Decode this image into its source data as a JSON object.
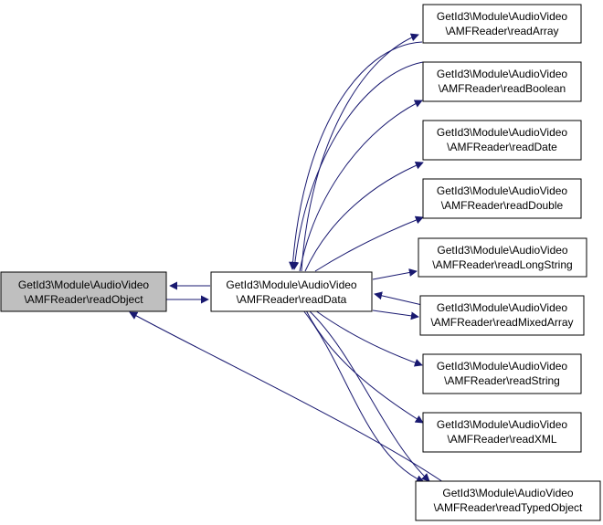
{
  "nodes": {
    "readObject": {
      "line1": "GetId3\\Module\\AudioVideo",
      "line2": "\\AMFReader\\readObject",
      "highlighted": true
    },
    "readData": {
      "line1": "GetId3\\Module\\AudioVideo",
      "line2": "\\AMFReader\\readData"
    },
    "readArray": {
      "line1": "GetId3\\Module\\AudioVideo",
      "line2": "\\AMFReader\\readArray"
    },
    "readBoolean": {
      "line1": "GetId3\\Module\\AudioVideo",
      "line2": "\\AMFReader\\readBoolean"
    },
    "readDate": {
      "line1": "GetId3\\Module\\AudioVideo",
      "line2": "\\AMFReader\\readDate"
    },
    "readDouble": {
      "line1": "GetId3\\Module\\AudioVideo",
      "line2": "\\AMFReader\\readDouble"
    },
    "readLongString": {
      "line1": "GetId3\\Module\\AudioVideo",
      "line2": "\\AMFReader\\readLongString"
    },
    "readMixedArray": {
      "line1": "GetId3\\Module\\AudioVideo",
      "line2": "\\AMFReader\\readMixedArray"
    },
    "readString": {
      "line1": "GetId3\\Module\\AudioVideo",
      "line2": "\\AMFReader\\readString"
    },
    "readXML": {
      "line1": "GetId3\\Module\\AudioVideo",
      "line2": "\\AMFReader\\readXML"
    },
    "readTypedObject": {
      "line1": "GetId3\\Module\\AudioVideo",
      "line2": "\\AMFReader\\readTypedObject"
    }
  },
  "colors": {
    "edge": "#191970",
    "node_border": "#000000",
    "node_fill": "#ffffff",
    "highlight_fill": "#bfbfbf"
  }
}
